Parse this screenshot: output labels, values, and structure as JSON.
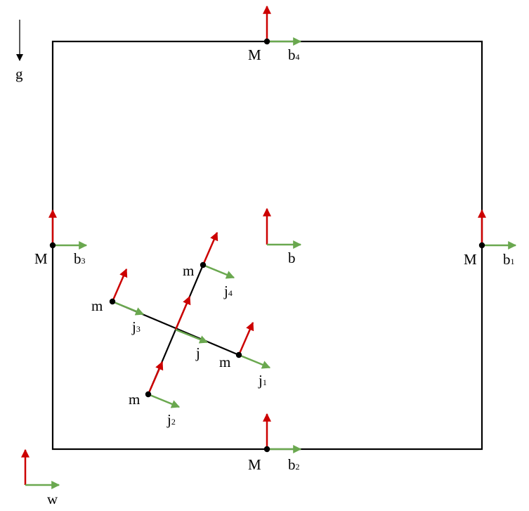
{
  "colors": {
    "red": "#cc0000",
    "green": "#6aa84f",
    "black": "#000000"
  },
  "labels": {
    "gravity": "g",
    "world": "w",
    "mass_big": "M",
    "mass_small": "m",
    "body_frame": "b",
    "joint_frame": "j",
    "b_sub_1": "1",
    "b_sub_2": "2",
    "b_sub_3": "3",
    "b_sub_4": "4",
    "j_sub_1": "1",
    "j_sub_2": "2",
    "j_sub_3": "3",
    "j_sub_4": "4"
  }
}
